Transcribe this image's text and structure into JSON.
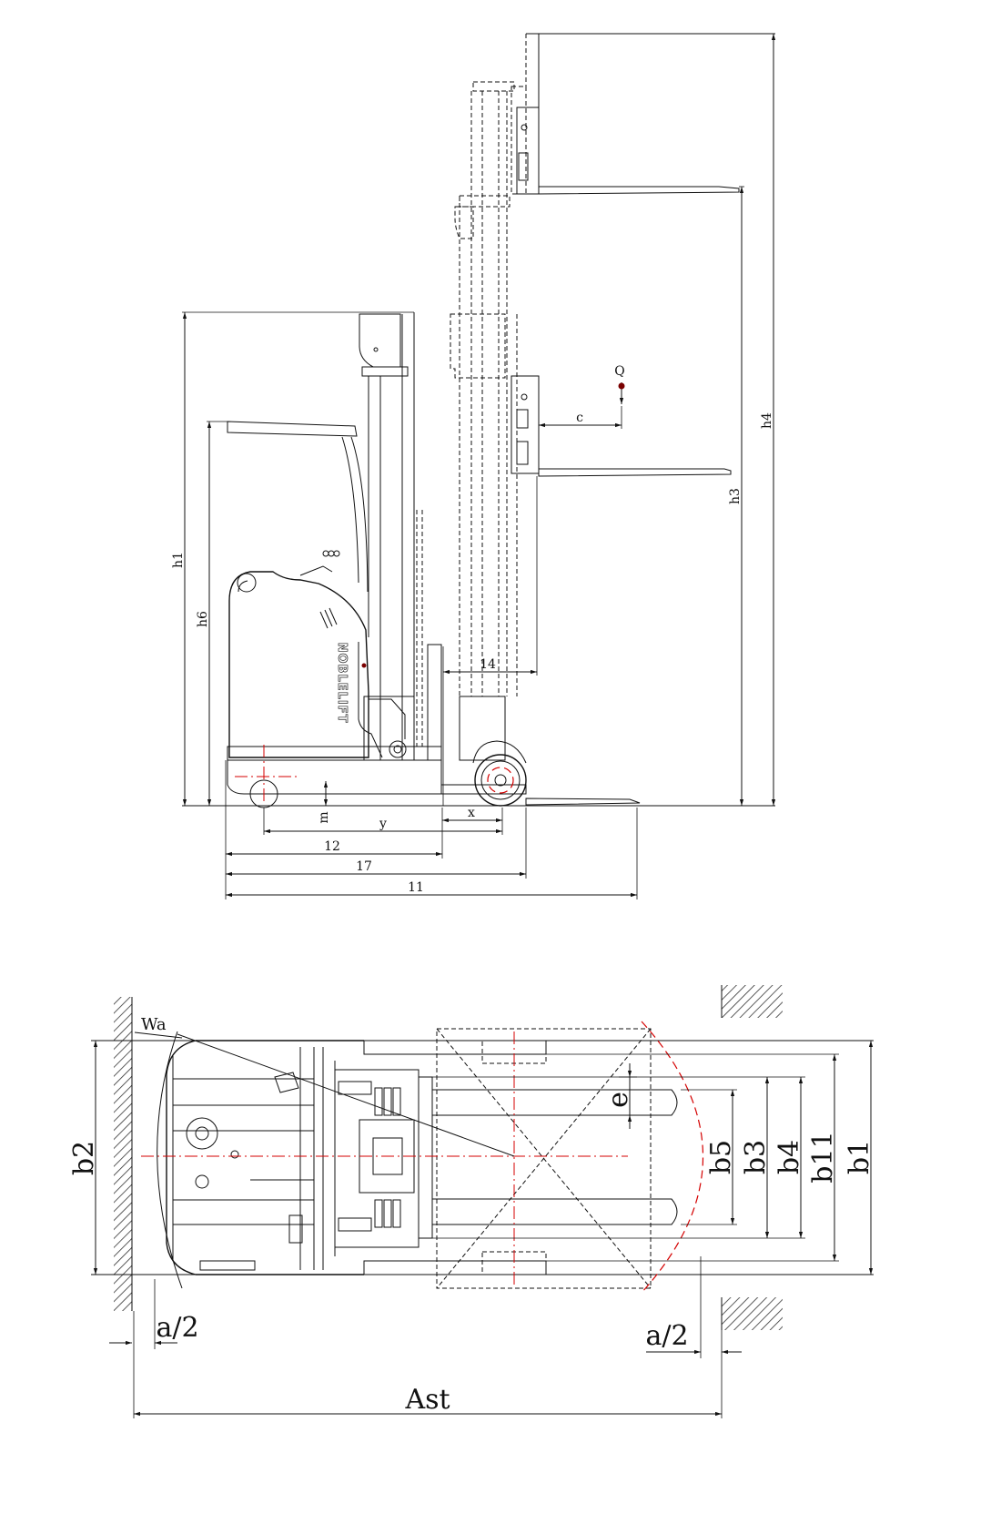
{
  "colors": {
    "line": "#111111",
    "centerline": "#d40000",
    "hatch": "#333333"
  },
  "side_view": {
    "load_label": "Q",
    "c": "c",
    "h4": "h4",
    "h3": "h3",
    "h1": "h1",
    "h6": "h6",
    "dim_14": "14",
    "m": "m",
    "y": "y",
    "x": "x",
    "dim_12": "12",
    "dim_17": "17",
    "dim_11": "11",
    "logo": "NOBLELIFT"
  },
  "plan_view": {
    "wa": "Wa",
    "b2": "b2",
    "e": "e",
    "b5": "b5",
    "b3": "b3",
    "b4": "b4",
    "b11": "b11",
    "b1": "b1",
    "a_half_left": "a/2",
    "a_half_right": "a/2",
    "ast": "Ast"
  }
}
